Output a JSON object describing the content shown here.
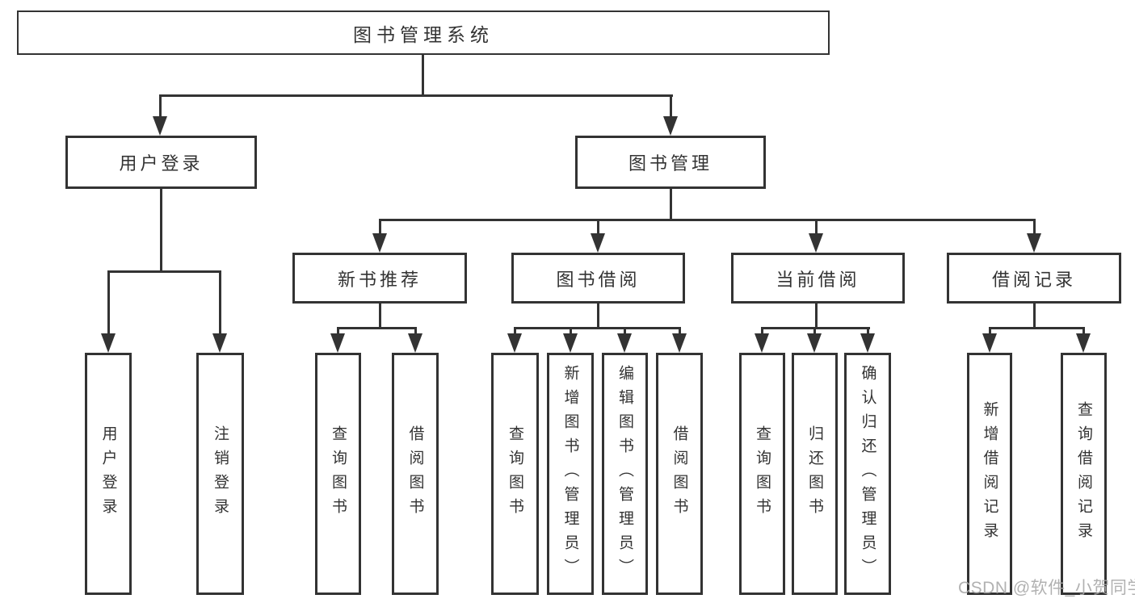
{
  "diagram_title": "图书管理系统",
  "watermark": "CSDN @软件_小贺同学",
  "colors": {
    "line": "#333333",
    "text": "#333333",
    "watermark": "#a9a9a9",
    "background": "#ffffff"
  },
  "nodes": [
    {
      "id": "system-root",
      "label": "图书管理系统",
      "orientation": "horizontal",
      "parent": null
    },
    {
      "id": "user-login-branch",
      "label": "用户登录",
      "orientation": "horizontal",
      "parent": "system-root"
    },
    {
      "id": "book-management",
      "label": "图书管理",
      "orientation": "horizontal",
      "parent": "system-root"
    },
    {
      "id": "new-book-recommend",
      "label": "新书推荐",
      "orientation": "horizontal",
      "parent": "book-management"
    },
    {
      "id": "book-borrowing",
      "label": "图书借阅",
      "orientation": "horizontal",
      "parent": "book-management"
    },
    {
      "id": "current-borrowing",
      "label": "当前借阅",
      "orientation": "horizontal",
      "parent": "book-management"
    },
    {
      "id": "borrowing-records",
      "label": "借阅记录",
      "orientation": "horizontal",
      "parent": "book-management"
    },
    {
      "id": "user-login",
      "label": "用户登录",
      "orientation": "vertical",
      "parent": "user-login-branch"
    },
    {
      "id": "logout",
      "label": "注销登录",
      "orientation": "vertical",
      "parent": "user-login-branch"
    },
    {
      "id": "query-books-recommend",
      "label": "查询图书",
      "orientation": "vertical",
      "parent": "new-book-recommend"
    },
    {
      "id": "borrow-books-recommend",
      "label": "借阅图书",
      "orientation": "vertical",
      "parent": "new-book-recommend"
    },
    {
      "id": "query-books-borrowing",
      "label": "查询图书",
      "orientation": "vertical",
      "parent": "book-borrowing"
    },
    {
      "id": "add-books-admin",
      "label": "新增图书（管理员）",
      "orientation": "vertical",
      "parent": "book-borrowing"
    },
    {
      "id": "edit-books-admin",
      "label": "编辑图书（管理员）",
      "orientation": "vertical",
      "parent": "book-borrowing"
    },
    {
      "id": "borrow-books-borrowing",
      "label": "借阅图书",
      "orientation": "vertical",
      "parent": "book-borrowing"
    },
    {
      "id": "query-books-current",
      "label": "查询图书",
      "orientation": "vertical",
      "parent": "current-borrowing"
    },
    {
      "id": "return-books",
      "label": "归还图书",
      "orientation": "vertical",
      "parent": "current-borrowing"
    },
    {
      "id": "confirm-return-admin",
      "label": "确认归还（管理员）",
      "orientation": "vertical",
      "parent": "current-borrowing"
    },
    {
      "id": "add-borrow-record",
      "label": "新增借阅记录",
      "orientation": "vertical",
      "parent": "borrowing-records"
    },
    {
      "id": "query-borrow-record",
      "label": "查询借阅记录",
      "orientation": "vertical",
      "parent": "borrowing-records"
    }
  ]
}
